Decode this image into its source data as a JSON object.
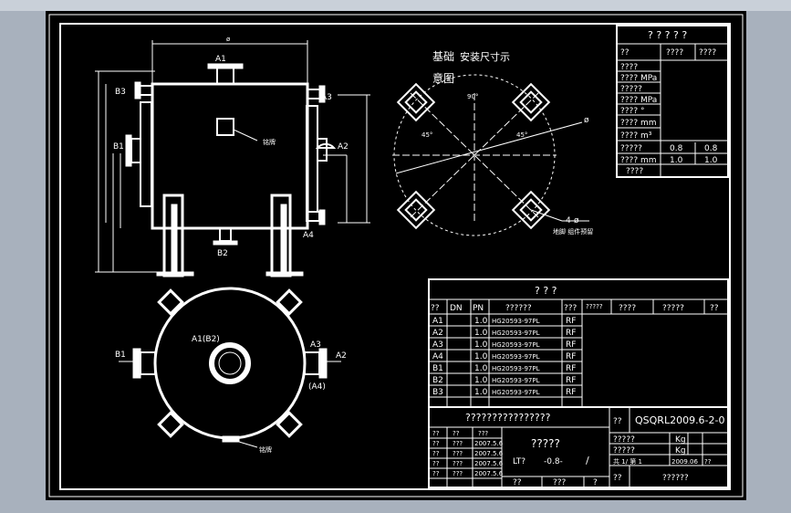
{
  "plan": {
    "title_a": "基础",
    "title_b": "安装尺寸示",
    "title_c": "意图",
    "angle_top": "90°",
    "angle_left": "45°",
    "angle_right": "45°",
    "diameter": "ø",
    "bolt_holes": "4-ø",
    "foundation_note": "地脚 组件预留"
  },
  "front_view": {
    "diameter": "ø",
    "nozzles": [
      "A1",
      "B3",
      "A3",
      "B1",
      "A2",
      "B2",
      "A4"
    ],
    "tag_label": "铭牌"
  },
  "top_view": {
    "center_label": "A1(B2)",
    "nozzles": [
      "B1",
      "A3",
      "A2",
      "(A4)"
    ],
    "tag_label": "铭牌"
  },
  "spec_table": {
    "header": "? ? ? ? ?",
    "sub_headers": [
      "??",
      "????",
      "????"
    ],
    "rows": [
      {
        "label": "????",
        "v1": "",
        "v2": ""
      },
      {
        "label": "???? MPa",
        "v1": "",
        "v2": ""
      },
      {
        "label": "?????",
        "v1": "",
        "v2": ""
      },
      {
        "label": "???? MPa",
        "v1": "",
        "v2": ""
      },
      {
        "label": "???? °",
        "v1": "",
        "v2": ""
      },
      {
        "label": "???? mm",
        "v1": "",
        "v2": ""
      },
      {
        "label": "???? m³",
        "v1": "",
        "v2": ""
      },
      {
        "label": "?????",
        "v1": "0.8",
        "v2": "0.8"
      },
      {
        "label": "???? mm",
        "v1": "1.0",
        "v2": "1.0"
      },
      {
        "label": "????",
        "v1": "",
        "v2": ""
      }
    ]
  },
  "nozzle_table": {
    "title": "?          ?          ?",
    "headers": [
      "??",
      "DN",
      "PN",
      "??????",
      "???",
      "?????",
      "????",
      "?????",
      "??"
    ],
    "rows": [
      {
        "id": "A1",
        "pn": "1.0",
        "std": "HG20593-97PL",
        "face": "RF"
      },
      {
        "id": "A2",
        "pn": "1.0",
        "std": "HG20593-97PL",
        "face": "RF"
      },
      {
        "id": "A3",
        "pn": "1.0",
        "std": "HG20593-97PL",
        "face": "RF"
      },
      {
        "id": "A4",
        "pn": "1.0",
        "std": "HG20593-97PL",
        "face": "RF"
      },
      {
        "id": "B1",
        "pn": "1.0",
        "std": "HG20593-97PL",
        "face": "RF"
      },
      {
        "id": "B2",
        "pn": "1.0",
        "std": "HG20593-97PL",
        "face": "RF"
      },
      {
        "id": "B3",
        "pn": "1.0",
        "std": "HG20593-97PL",
        "face": "RF"
      }
    ]
  },
  "title_block": {
    "company": "????????????????",
    "drawing_no_label": "??",
    "drawing_no": "QSQRL2009.6-2-0",
    "drawing_name": "?????",
    "model": "LT?",
    "pressure": "-0.8-",
    "slash": "/",
    "weight_label": "?????",
    "weight_unit": "Kg",
    "mass_label": "?????",
    "mass_unit": "Kg",
    "sheet": "共 1/  第 1",
    "date": "2009.06",
    "ratio": "??",
    "footer": "??????",
    "sign_rows": [
      {
        "a": "??",
        "b": "???",
        "c": "2007.5.6"
      },
      {
        "a": "??",
        "b": "???",
        "c": "2007.5.6"
      },
      {
        "a": "??",
        "b": "???",
        "c": "2007.5.6"
      },
      {
        "a": "??",
        "b": "???",
        "c": "2007.5.6"
      }
    ],
    "head_row": [
      "??",
      "??",
      "???"
    ],
    "bottom_row": [
      "??",
      "???",
      "?"
    ]
  }
}
